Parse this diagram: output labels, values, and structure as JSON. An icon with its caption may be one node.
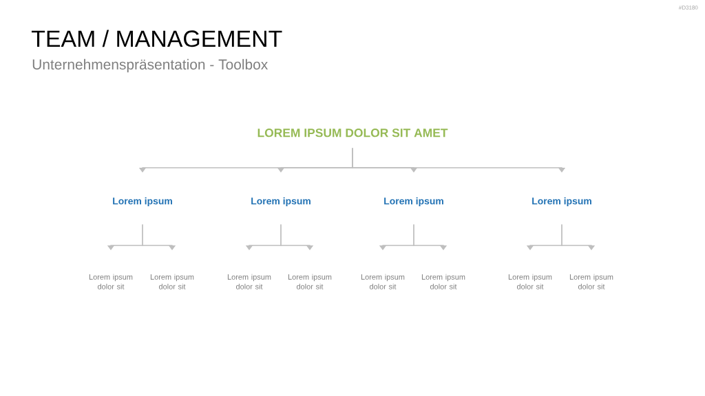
{
  "diagram": {
    "title": "TEAM / MANAGEMENT",
    "nodes": [
      {
        "text": [
          "LOREM IPSUM DOLOR SIT AMET"
        ]
      },
      {
        "text": [
          "Lorem ipsum"
        ]
      },
      {
        "text": [
          "Lorem ipsum"
        ]
      },
      {
        "text": [
          "Lorem ipsum"
        ]
      },
      {
        "text": [
          "Lorem ipsum"
        ]
      },
      {
        "text": [
          "Lorem ipsum dolor sit"
        ]
      },
      {
        "text": [
          "Lorem ipsum dolor sit"
        ]
      },
      {
        "text": [
          "Lorem ipsum dolor sit"
        ]
      },
      {
        "text": [
          "Lorem ipsum dolor sit"
        ]
      },
      {
        "text": [
          "Lorem ipsum dolor sit"
        ]
      },
      {
        "text": [
          "Lorem ipsum dolor sit"
        ]
      },
      {
        "text": [
          "Lorem ipsum dolor sit"
        ]
      },
      {
        "text": [
          "Lorem ipsum dolor sit"
        ]
      }
    ],
    "edges": [
      {
        "from": 0,
        "to": 1,
        "arrow": "to"
      },
      {
        "from": 0,
        "to": 2,
        "arrow": "to"
      },
      {
        "from": 0,
        "to": 3,
        "arrow": "to"
      },
      {
        "from": 0,
        "to": 4,
        "arrow": "to"
      },
      {
        "from": 1,
        "to": 5,
        "arrow": "to"
      },
      {
        "from": 1,
        "to": 6,
        "arrow": "to"
      },
      {
        "from": 2,
        "to": 7,
        "arrow": "to"
      },
      {
        "from": 2,
        "to": 8,
        "arrow": "to"
      },
      {
        "from": 3,
        "to": 9,
        "arrow": "to"
      },
      {
        "from": 3,
        "to": 10,
        "arrow": "to"
      },
      {
        "from": 4,
        "to": 11,
        "arrow": "to"
      },
      {
        "from": 4,
        "to": 12,
        "arrow": "to"
      }
    ],
    "labels": [
      "#D3180",
      "Unternehmenspräsentation - Toolbox"
    ]
  }
}
